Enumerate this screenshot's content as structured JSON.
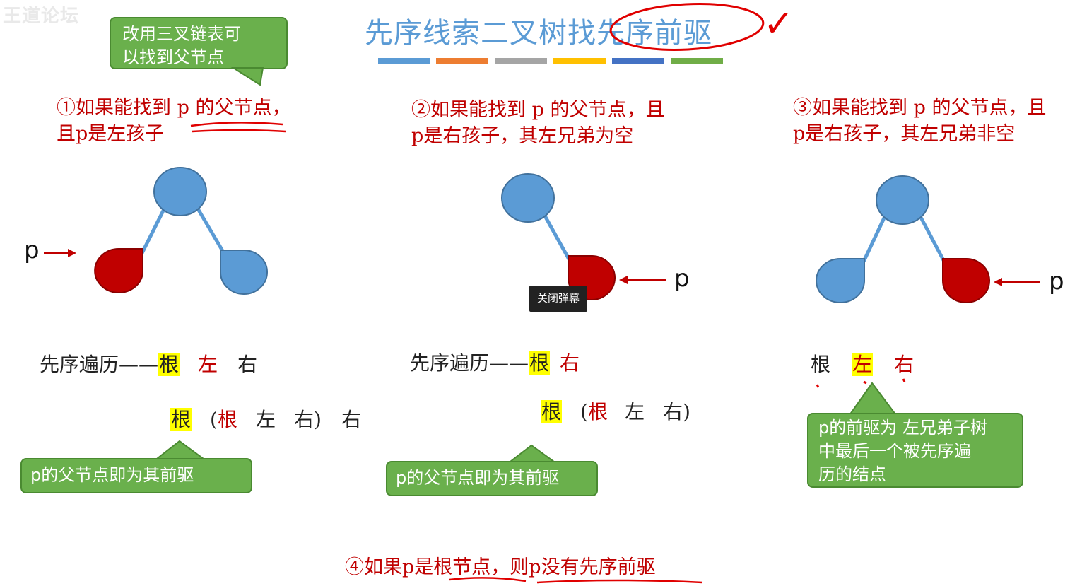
{
  "watermark": "王道论坛",
  "title": "先序线索二叉树找先序前驱",
  "check_mark": "✓",
  "colors": {
    "title_blue": "#5b9bd5",
    "red": "#c00000",
    "node_blue": "#5b9bd5",
    "callout_green": "#6ab04c",
    "highlight_yellow": "#ffff00"
  },
  "color_bar": [
    "#5b9bd5",
    "#ed7d31",
    "#a5a5a5",
    "#ffc000",
    "#4472c4",
    "#70ad47"
  ],
  "top_note": {
    "line1": "改用三叉链表可",
    "line2": "以找到父节点"
  },
  "case1": {
    "line1": "①如果能找到 p 的父节点，",
    "line2": "且p是左孩子",
    "p_label": "p",
    "trav_label": "先序遍历——",
    "root": "根",
    "left": "左",
    "right": "右",
    "trav2_root": "根",
    "open": "(",
    "sub_root": "根",
    "sub_left": "左",
    "sub_right": "右",
    "close": ")",
    "trav2_right": "右",
    "callout": "p的父节点即为其前驱"
  },
  "case2": {
    "line1": "②如果能找到 p 的父节点，且",
    "line2": "p是右孩子，其左兄弟为空",
    "p_label": "p",
    "trav_label": "先序遍历——",
    "root": "根",
    "right": "右",
    "trav2_root": "根",
    "open": "(",
    "sub_root": "根",
    "sub_left": "左",
    "sub_right": "右",
    "close": ")",
    "callout": "p的父节点即为其前驱"
  },
  "case3": {
    "line1": "③如果能找到 p 的父节点，且",
    "line2": "p是右孩子，其左兄弟非空",
    "p_label": "p",
    "root": "根",
    "left": "左",
    "right": "右",
    "callout": {
      "line1": "p的前驱为 左兄弟子树",
      "line2": "中最后一个被先序遍",
      "line3": "历的结点"
    }
  },
  "case4": "④如果p是根节点，则p没有先序前驱",
  "tooltip": "关闭弹幕"
}
